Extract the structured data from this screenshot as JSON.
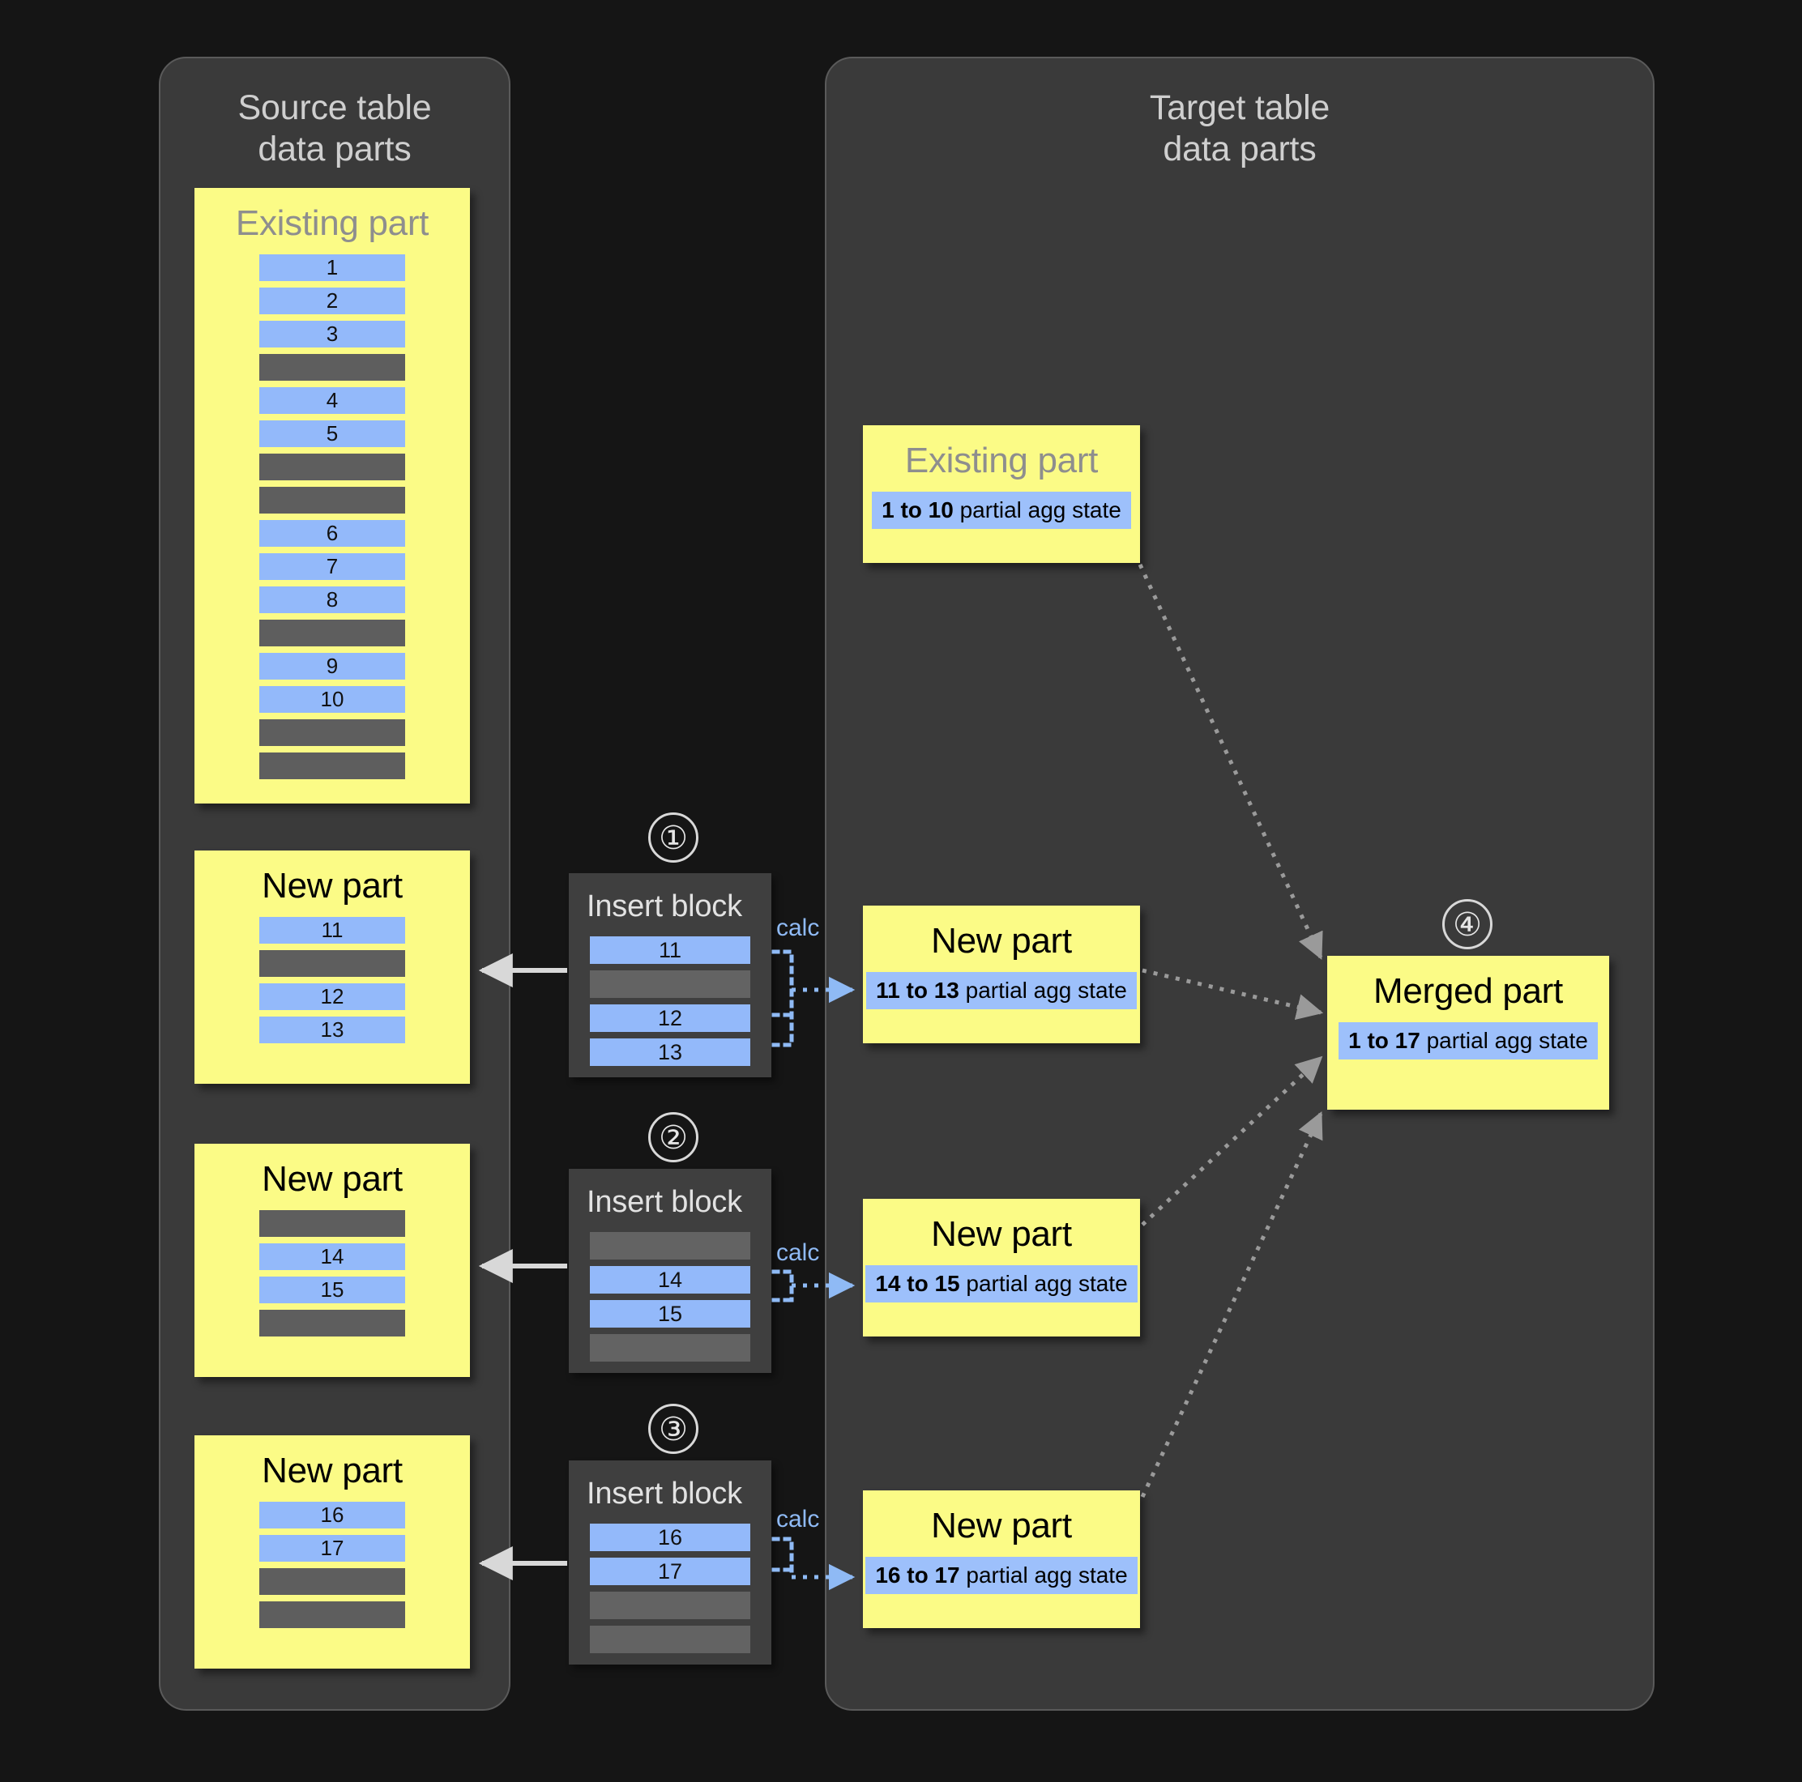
{
  "source_panel": {
    "title": "Source table\ndata parts",
    "parts": [
      {
        "title": "Existing part",
        "title_muted": true,
        "rows": [
          {
            "label": "1",
            "state": "filled"
          },
          {
            "label": "2",
            "state": "filled"
          },
          {
            "label": "3",
            "state": "filled"
          },
          {
            "label": "",
            "state": "empty"
          },
          {
            "label": "4",
            "state": "filled"
          },
          {
            "label": "5",
            "state": "filled"
          },
          {
            "label": "",
            "state": "empty"
          },
          {
            "label": "",
            "state": "empty"
          },
          {
            "label": "6",
            "state": "filled"
          },
          {
            "label": "7",
            "state": "filled"
          },
          {
            "label": "8",
            "state": "filled"
          },
          {
            "label": "",
            "state": "empty"
          },
          {
            "label": "9",
            "state": "filled"
          },
          {
            "label": "10",
            "state": "filled"
          },
          {
            "label": "",
            "state": "empty"
          },
          {
            "label": "",
            "state": "empty"
          }
        ]
      },
      {
        "title": "New part",
        "title_muted": false,
        "rows": [
          {
            "label": "11",
            "state": "filled"
          },
          {
            "label": "",
            "state": "empty"
          },
          {
            "label": "12",
            "state": "filled"
          },
          {
            "label": "13",
            "state": "filled"
          }
        ]
      },
      {
        "title": "New part",
        "title_muted": false,
        "rows": [
          {
            "label": "",
            "state": "empty"
          },
          {
            "label": "14",
            "state": "filled"
          },
          {
            "label": "15",
            "state": "filled"
          },
          {
            "label": "",
            "state": "empty"
          }
        ]
      },
      {
        "title": "New part",
        "title_muted": false,
        "rows": [
          {
            "label": "16",
            "state": "filled"
          },
          {
            "label": "17",
            "state": "filled"
          },
          {
            "label": "",
            "state": "empty"
          },
          {
            "label": "",
            "state": "empty"
          }
        ]
      }
    ]
  },
  "insert_blocks": [
    {
      "step": "①",
      "title": "Insert block",
      "calc_label": "calc",
      "rows": [
        {
          "label": "11",
          "state": "filled"
        },
        {
          "label": "",
          "state": "empty"
        },
        {
          "label": "12",
          "state": "filled"
        },
        {
          "label": "13",
          "state": "filled"
        }
      ]
    },
    {
      "step": "②",
      "title": "Insert block",
      "calc_label": "calc",
      "rows": [
        {
          "label": "",
          "state": "empty"
        },
        {
          "label": "14",
          "state": "filled"
        },
        {
          "label": "15",
          "state": "filled"
        },
        {
          "label": "",
          "state": "empty"
        }
      ]
    },
    {
      "step": "③",
      "title": "Insert block",
      "calc_label": "calc",
      "rows": [
        {
          "label": "16",
          "state": "filled"
        },
        {
          "label": "17",
          "state": "filled"
        },
        {
          "label": "",
          "state": "empty"
        },
        {
          "label": "",
          "state": "empty"
        }
      ]
    }
  ],
  "target_panel": {
    "title": "Target table\ndata parts",
    "parts": [
      {
        "title": "Existing part",
        "title_muted": true,
        "agg_range": "1 to 10",
        "agg_suffix": " partial agg state"
      },
      {
        "title": "New part",
        "title_muted": false,
        "agg_range": "11 to 13",
        "agg_suffix": " partial agg state"
      },
      {
        "title": "New part",
        "title_muted": false,
        "agg_range": "14 to 15",
        "agg_suffix": " partial agg state"
      },
      {
        "title": "New part",
        "title_muted": false,
        "agg_range": "16 to 17",
        "agg_suffix": " partial agg state"
      }
    ],
    "merged": {
      "step": "④",
      "title": "Merged part",
      "agg_range": "1 to 17",
      "agg_suffix": " partial agg state"
    }
  },
  "colors": {
    "background": "#151515",
    "panel": "#3a3a3a",
    "panel_border": "#5a5a5a",
    "part_yellow": "#fbfb86",
    "row_filled_blue": "#93b9fa",
    "row_empty_gray": "#5e5e5e",
    "insert_block": "#3f3f3f",
    "calc_blue": "#8fbaf5",
    "arrow_white": "#d8d8d8",
    "arrow_dotted_gray": "#9a9a9a",
    "title_gray": "#cfcfcf"
  }
}
